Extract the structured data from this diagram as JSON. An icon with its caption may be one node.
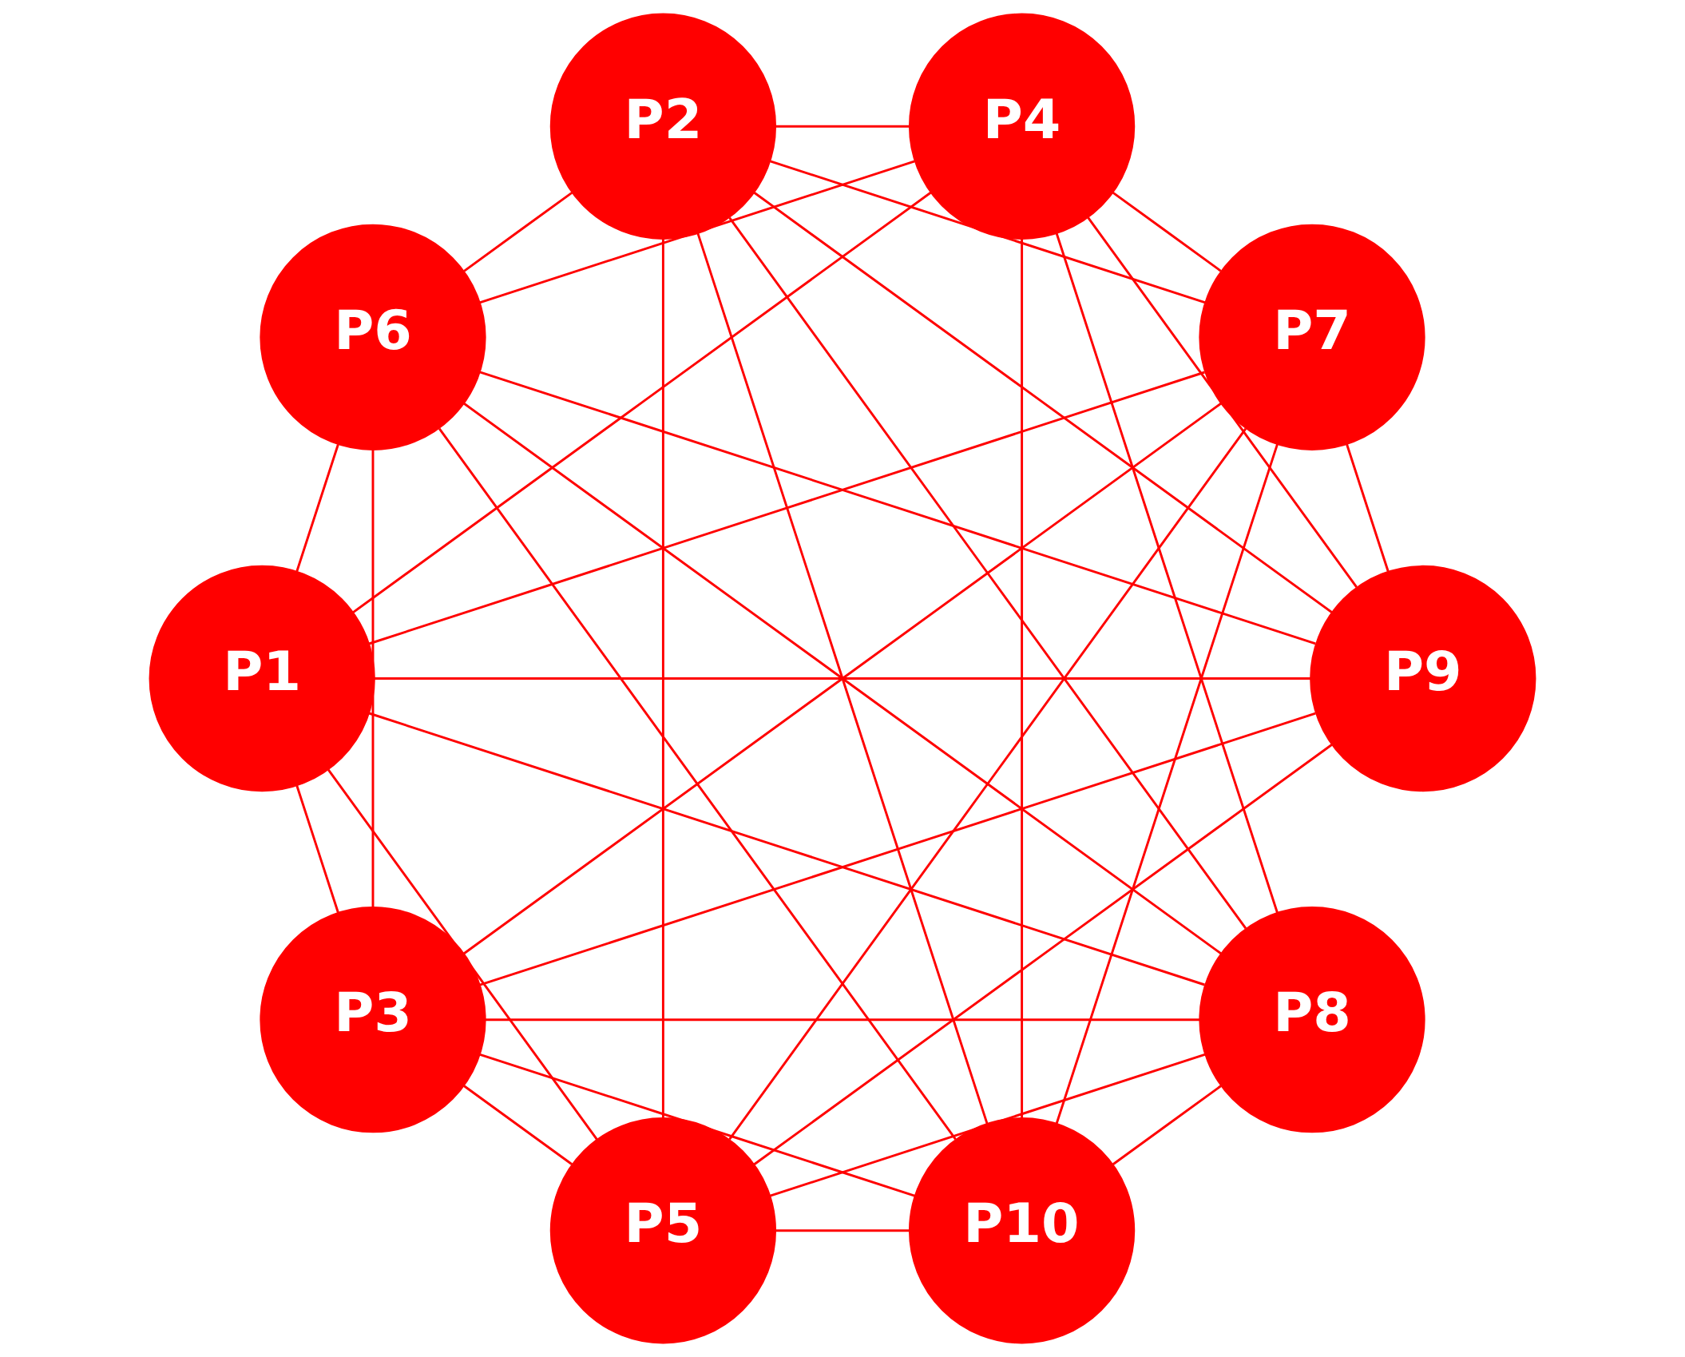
{
  "diagram": {
    "nodes": [
      {
        "text": [
          "P1"
        ]
      },
      {
        "text": [
          "P2"
        ]
      },
      {
        "text": [
          "P3"
        ]
      },
      {
        "text": [
          "P4"
        ]
      },
      {
        "text": [
          "P5"
        ]
      },
      {
        "text": [
          "P6"
        ]
      },
      {
        "text": [
          "P7"
        ]
      },
      {
        "text": [
          "P8"
        ]
      },
      {
        "text": [
          "P9"
        ]
      },
      {
        "text": [
          "P10"
        ]
      }
    ],
    "edges": [
      {
        "from": 0,
        "to": 2,
        "arrow": "none"
      },
      {
        "from": 0,
        "to": 3,
        "arrow": "none"
      },
      {
        "from": 0,
        "to": 4,
        "arrow": "none"
      },
      {
        "from": 0,
        "to": 5,
        "arrow": "none"
      },
      {
        "from": 0,
        "to": 6,
        "arrow": "none"
      },
      {
        "from": 0,
        "to": 7,
        "arrow": "none"
      },
      {
        "from": 0,
        "to": 8,
        "arrow": "none"
      },
      {
        "from": 1,
        "to": 3,
        "arrow": "none"
      },
      {
        "from": 1,
        "to": 4,
        "arrow": "none"
      },
      {
        "from": 1,
        "to": 5,
        "arrow": "none"
      },
      {
        "from": 1,
        "to": 6,
        "arrow": "none"
      },
      {
        "from": 1,
        "to": 7,
        "arrow": "none"
      },
      {
        "from": 1,
        "to": 8,
        "arrow": "none"
      },
      {
        "from": 1,
        "to": 9,
        "arrow": "none"
      },
      {
        "from": 2,
        "to": 4,
        "arrow": "none"
      },
      {
        "from": 2,
        "to": 5,
        "arrow": "none"
      },
      {
        "from": 2,
        "to": 6,
        "arrow": "none"
      },
      {
        "from": 2,
        "to": 7,
        "arrow": "none"
      },
      {
        "from": 2,
        "to": 8,
        "arrow": "none"
      },
      {
        "from": 2,
        "to": 9,
        "arrow": "none"
      },
      {
        "from": 3,
        "to": 5,
        "arrow": "none"
      },
      {
        "from": 3,
        "to": 6,
        "arrow": "none"
      },
      {
        "from": 3,
        "to": 7,
        "arrow": "none"
      },
      {
        "from": 3,
        "to": 8,
        "arrow": "none"
      },
      {
        "from": 3,
        "to": 9,
        "arrow": "none"
      },
      {
        "from": 4,
        "to": 6,
        "arrow": "none"
      },
      {
        "from": 4,
        "to": 7,
        "arrow": "none"
      },
      {
        "from": 4,
        "to": 8,
        "arrow": "none"
      },
      {
        "from": 4,
        "to": 9,
        "arrow": "none"
      },
      {
        "from": 5,
        "to": 7,
        "arrow": "none"
      },
      {
        "from": 5,
        "to": 8,
        "arrow": "none"
      },
      {
        "from": 5,
        "to": 9,
        "arrow": "none"
      },
      {
        "from": 6,
        "to": 8,
        "arrow": "none"
      },
      {
        "from": 6,
        "to": 9,
        "arrow": "none"
      },
      {
        "from": 7,
        "to": 9,
        "arrow": "none"
      }
    ]
  }
}
